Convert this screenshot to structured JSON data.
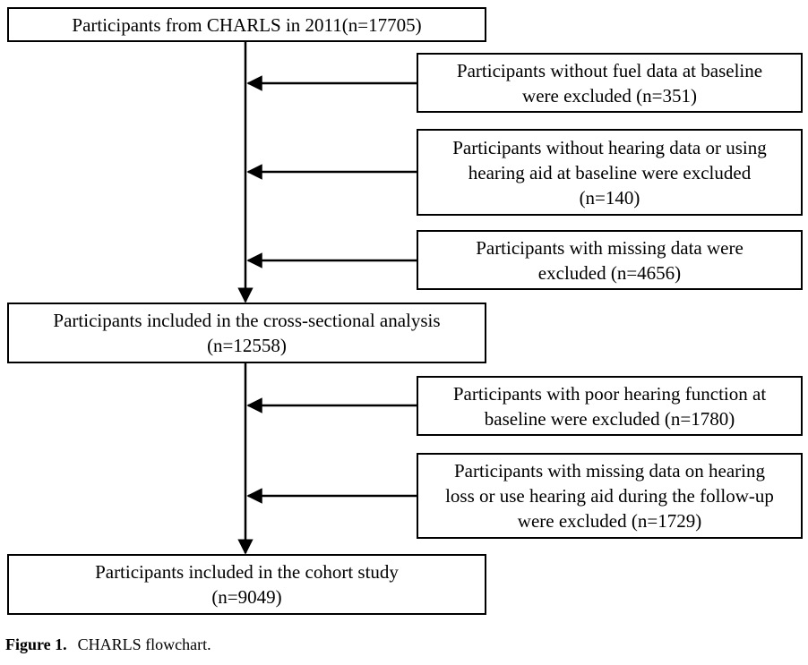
{
  "main_boxes": {
    "start": {
      "lines": [
        "Participants from CHARLS in 2011(n=17705)"
      ]
    },
    "cross_sectional": {
      "lines": [
        "Participants included in the cross-sectional analysis",
        "(n=12558)"
      ]
    },
    "cohort": {
      "lines": [
        "Participants included in the cohort study",
        "(n=9049)"
      ]
    }
  },
  "exclusions": [
    {
      "lines": [
        "Participants without fuel data at baseline",
        "were excluded (n=351)"
      ]
    },
    {
      "lines": [
        "Participants without hearing data or using",
        "hearing aid at baseline were excluded",
        "(n=140)"
      ]
    },
    {
      "lines": [
        "Participants with missing data were",
        "excluded (n=4656)"
      ]
    },
    {
      "lines": [
        "Participants with poor hearing function at",
        "baseline were excluded (n=1780)"
      ]
    },
    {
      "lines": [
        "Participants with missing data on hearing",
        "loss or use hearing aid during the follow-up",
        "were excluded (n=1729)"
      ]
    }
  ],
  "caption": {
    "label": "Figure 1.",
    "text": "CHARLS flowchart."
  }
}
